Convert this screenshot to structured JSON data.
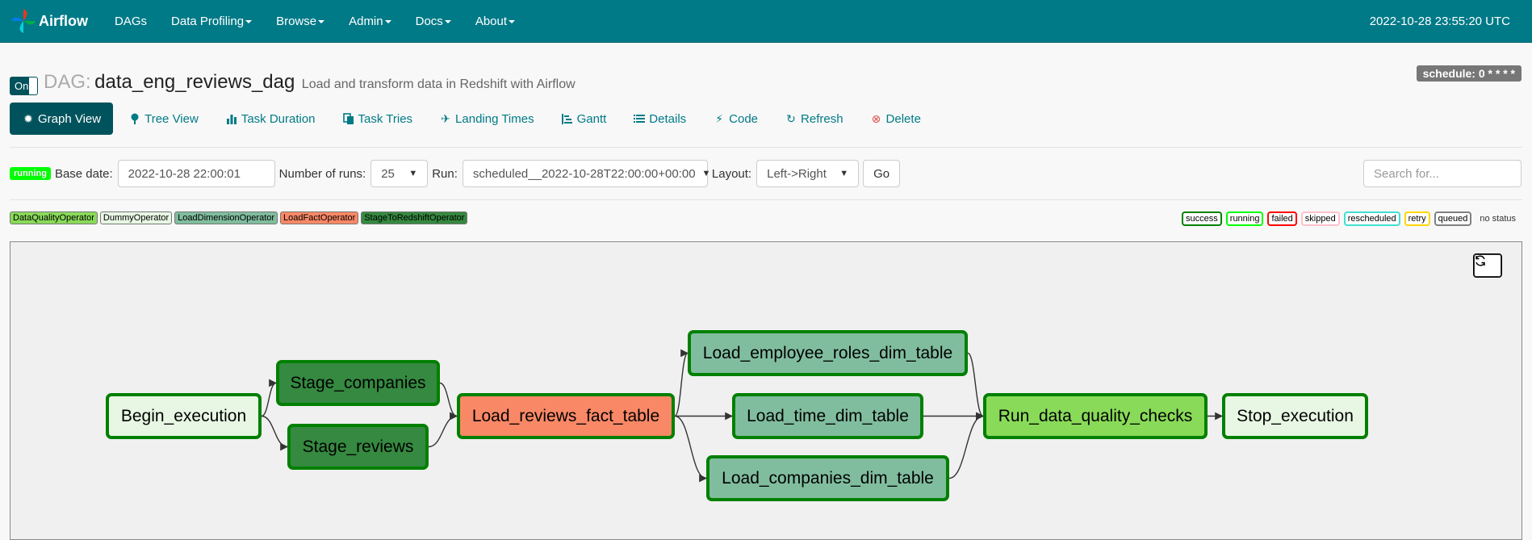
{
  "navbar": {
    "brand": "Airflow",
    "items": [
      "DAGs",
      "Data Profiling",
      "Browse",
      "Admin",
      "Docs",
      "About"
    ],
    "clock": "2022-10-28 23:55:20 UTC"
  },
  "dag": {
    "toggle_label": "On",
    "prefix": "DAG:",
    "id": "data_eng_reviews_dag",
    "description": "Load and transform data in Redshift with Airflow",
    "schedule": "schedule: 0 * * * *"
  },
  "tabs": [
    {
      "label": "Graph View",
      "icon": "sun-icon"
    },
    {
      "label": "Tree View",
      "icon": "tree-icon"
    },
    {
      "label": "Task Duration",
      "icon": "bar-chart-icon"
    },
    {
      "label": "Task Tries",
      "icon": "duplicate-icon"
    },
    {
      "label": "Landing Times",
      "icon": "plane-icon"
    },
    {
      "label": "Gantt",
      "icon": "gantt-icon"
    },
    {
      "label": "Details",
      "icon": "list-icon"
    },
    {
      "label": "Code",
      "icon": "flash-icon"
    },
    {
      "label": "Refresh",
      "icon": "refresh-icon"
    },
    {
      "label": "Delete",
      "icon": "remove-circle-icon"
    }
  ],
  "form": {
    "state": "running",
    "base_date_label": "Base date:",
    "base_date": "2022-10-28 22:00:01",
    "num_runs_label": "Number of runs:",
    "num_runs": "25",
    "run_label": "Run:",
    "run": "scheduled__2022-10-28T22:00:00+00:00",
    "layout_label": "Layout:",
    "layout": "Left->Right",
    "go": "Go",
    "search_placeholder": "Search for..."
  },
  "operators": [
    {
      "name": "DataQualityOperator",
      "color": "#89DA59"
    },
    {
      "name": "DummyOperator",
      "color": "#E8F7E4"
    },
    {
      "name": "LoadDimensionOperator",
      "color": "#80BD9E"
    },
    {
      "name": "LoadFactOperator",
      "color": "#F98866"
    },
    {
      "name": "StageToRedshiftOperator",
      "color": "#358940"
    }
  ],
  "states": [
    {
      "name": "success",
      "color": "#008000"
    },
    {
      "name": "running",
      "color": "#00FF00"
    },
    {
      "name": "failed",
      "color": "#FF0000"
    },
    {
      "name": "skipped",
      "color": "#FFC0CB"
    },
    {
      "name": "rescheduled",
      "color": "#40E0D0"
    },
    {
      "name": "retry",
      "color": "#FFD700"
    },
    {
      "name": "queued",
      "color": "#808080"
    }
  ],
  "no_status": "no status",
  "graph": {
    "nodes": [
      {
        "id": "begin",
        "label": "Begin_execution",
        "color": "#E8F7E4"
      },
      {
        "id": "stage_companies",
        "label": "Stage_companies",
        "color": "#358940"
      },
      {
        "id": "stage_reviews",
        "label": "Stage_reviews",
        "color": "#358940"
      },
      {
        "id": "load_fact",
        "label": "Load_reviews_fact_table",
        "color": "#F98866"
      },
      {
        "id": "dim_roles",
        "label": "Load_employee_roles_dim_table",
        "color": "#80BD9E"
      },
      {
        "id": "dim_time",
        "label": "Load_time_dim_table",
        "color": "#80BD9E"
      },
      {
        "id": "dim_companies",
        "label": "Load_companies_dim_table",
        "color": "#80BD9E"
      },
      {
        "id": "quality",
        "label": "Run_data_quality_checks",
        "color": "#89DA59"
      },
      {
        "id": "stop",
        "label": "Stop_execution",
        "color": "#E8F7E4"
      }
    ],
    "edges": [
      [
        "begin",
        "stage_companies"
      ],
      [
        "begin",
        "stage_reviews"
      ],
      [
        "stage_companies",
        "load_fact"
      ],
      [
        "stage_reviews",
        "load_fact"
      ],
      [
        "load_fact",
        "dim_roles"
      ],
      [
        "load_fact",
        "dim_time"
      ],
      [
        "load_fact",
        "dim_companies"
      ],
      [
        "dim_roles",
        "quality"
      ],
      [
        "dim_time",
        "quality"
      ],
      [
        "dim_companies",
        "quality"
      ],
      [
        "quality",
        "stop"
      ]
    ]
  }
}
